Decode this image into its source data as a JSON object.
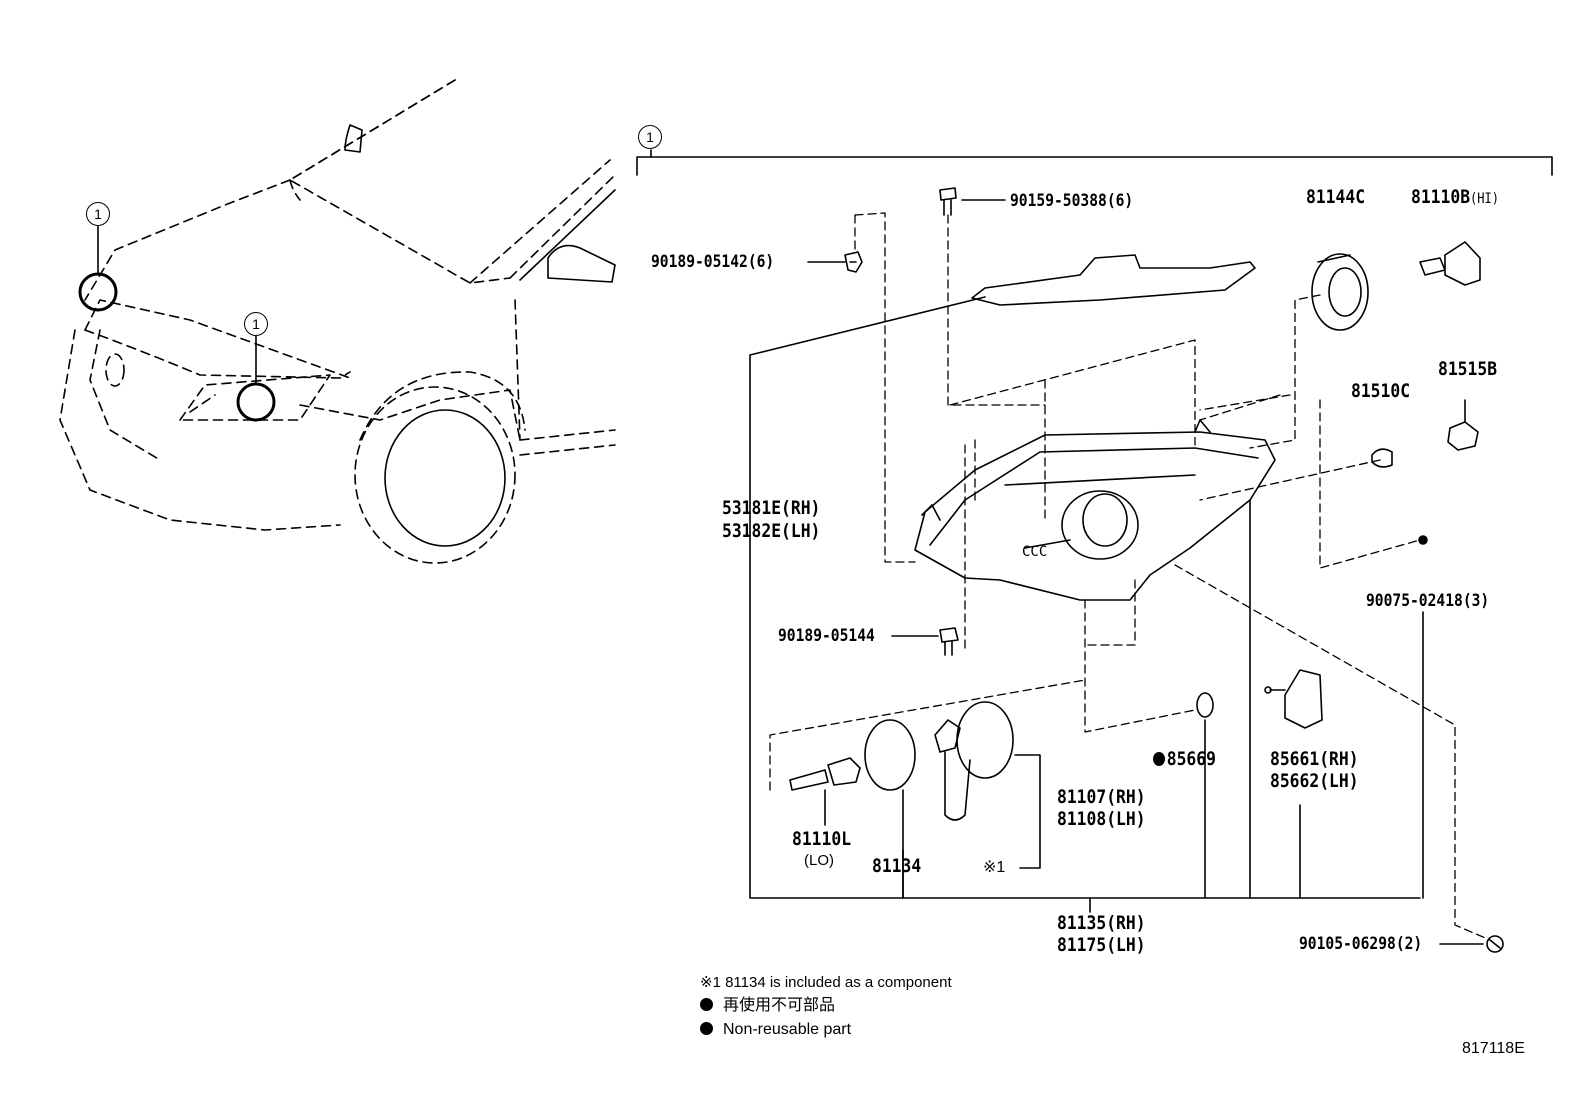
{
  "callout_symbol": "1",
  "overview": {
    "marker_icon": "circle-callout-icon"
  },
  "parts": {
    "p_90159_50388": "90159-50388(6)",
    "p_90189_05142": "90189-05142(6)",
    "p_81144C": "81144C",
    "p_81110B": "81110B",
    "p_81110B_note": "(HI)",
    "p_81510C": "81510C",
    "p_81515B": "81515B",
    "p_53181E": "53181E(RH)",
    "p_53182E": "53182E(LH)",
    "p_90075_02418": "90075-02418(3)",
    "p_90189_05144": "90189-05144",
    "p_85669": "85669",
    "p_85661": "85661(RH)",
    "p_85662": "85662(LH)",
    "p_81107": "81107(RH)",
    "p_81108": "81108(LH)",
    "p_81110L": "81110L",
    "p_81110L_note": "(LO)",
    "p_81134": "81134",
    "p_note1_ref": "※1",
    "p_81135": "81135(RH)",
    "p_81175": "81175(LH)",
    "p_90105_06298": "90105-06298(2)"
  },
  "notes": {
    "note1": "※1 81134 is included as a component",
    "jp": "再使用不可部品",
    "en": "Non-reusable part"
  },
  "diagram_code": "817118E"
}
